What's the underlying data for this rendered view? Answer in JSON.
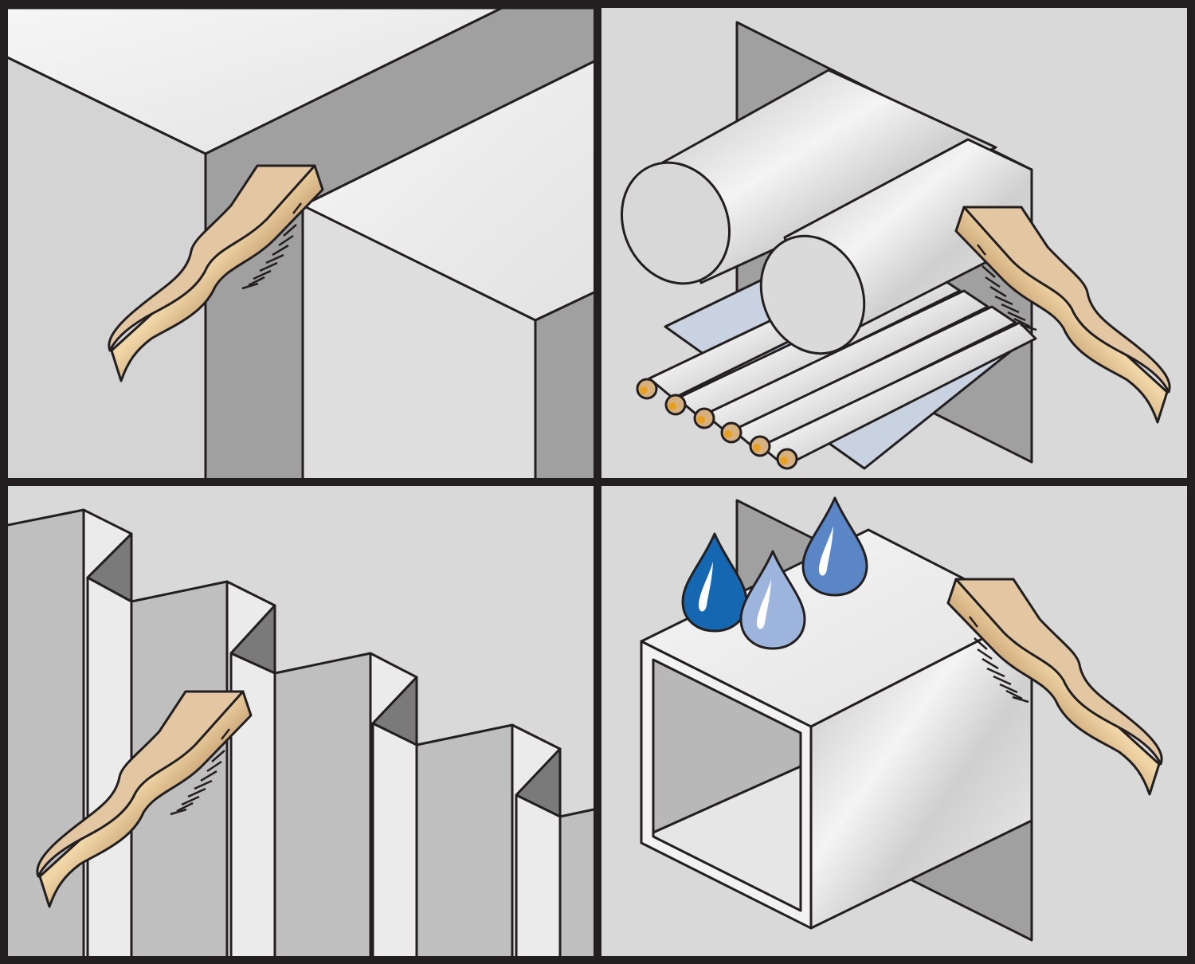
{
  "panels": [
    {
      "id": "wall-corner",
      "icon": "wire-brush-icon"
    },
    {
      "id": "pipes-through-wall",
      "icon": "wire-brush-icon"
    },
    {
      "id": "corrugated-sheet",
      "icon": "wire-brush-icon"
    },
    {
      "id": "square-duct-moisture",
      "icon": "water-drop-icon"
    }
  ],
  "colors": {
    "frame": "#231f20",
    "background": "#d9d9d9",
    "wood_light": "#e2c7a2",
    "wood_dark": "#6b2e1a",
    "water_dark": "#1467b0",
    "water_mid": "#5a86c8",
    "water_light": "#9db4dd",
    "pipe_core": "#e8a020"
  }
}
